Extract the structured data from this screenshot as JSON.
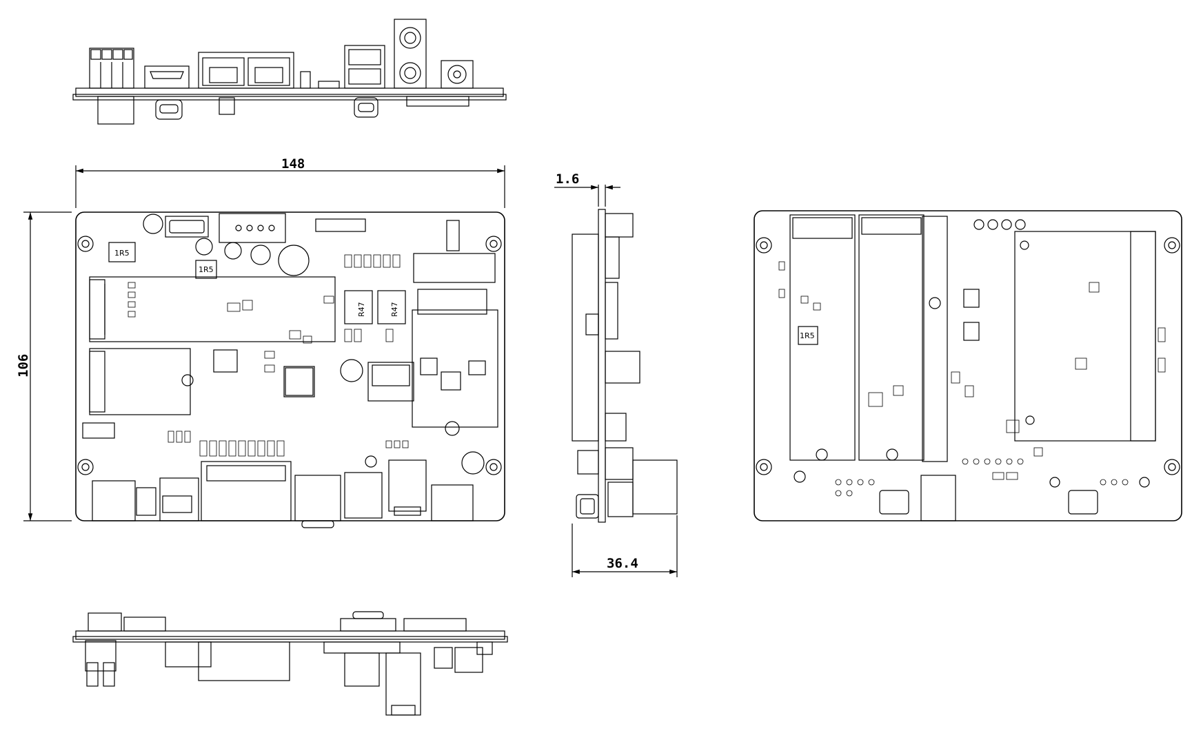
{
  "dimensions": {
    "width": "148",
    "height": "106",
    "pcb_thickness": "1.6",
    "total_height": "36.4"
  },
  "component_labels": {
    "inductor_a": "1R5",
    "inductor_b": "1R5",
    "inductor_c": "1R5",
    "inductor_d": "R47",
    "inductor_e": "R47"
  },
  "colors": {
    "line": "#000000",
    "background": "#ffffff"
  }
}
